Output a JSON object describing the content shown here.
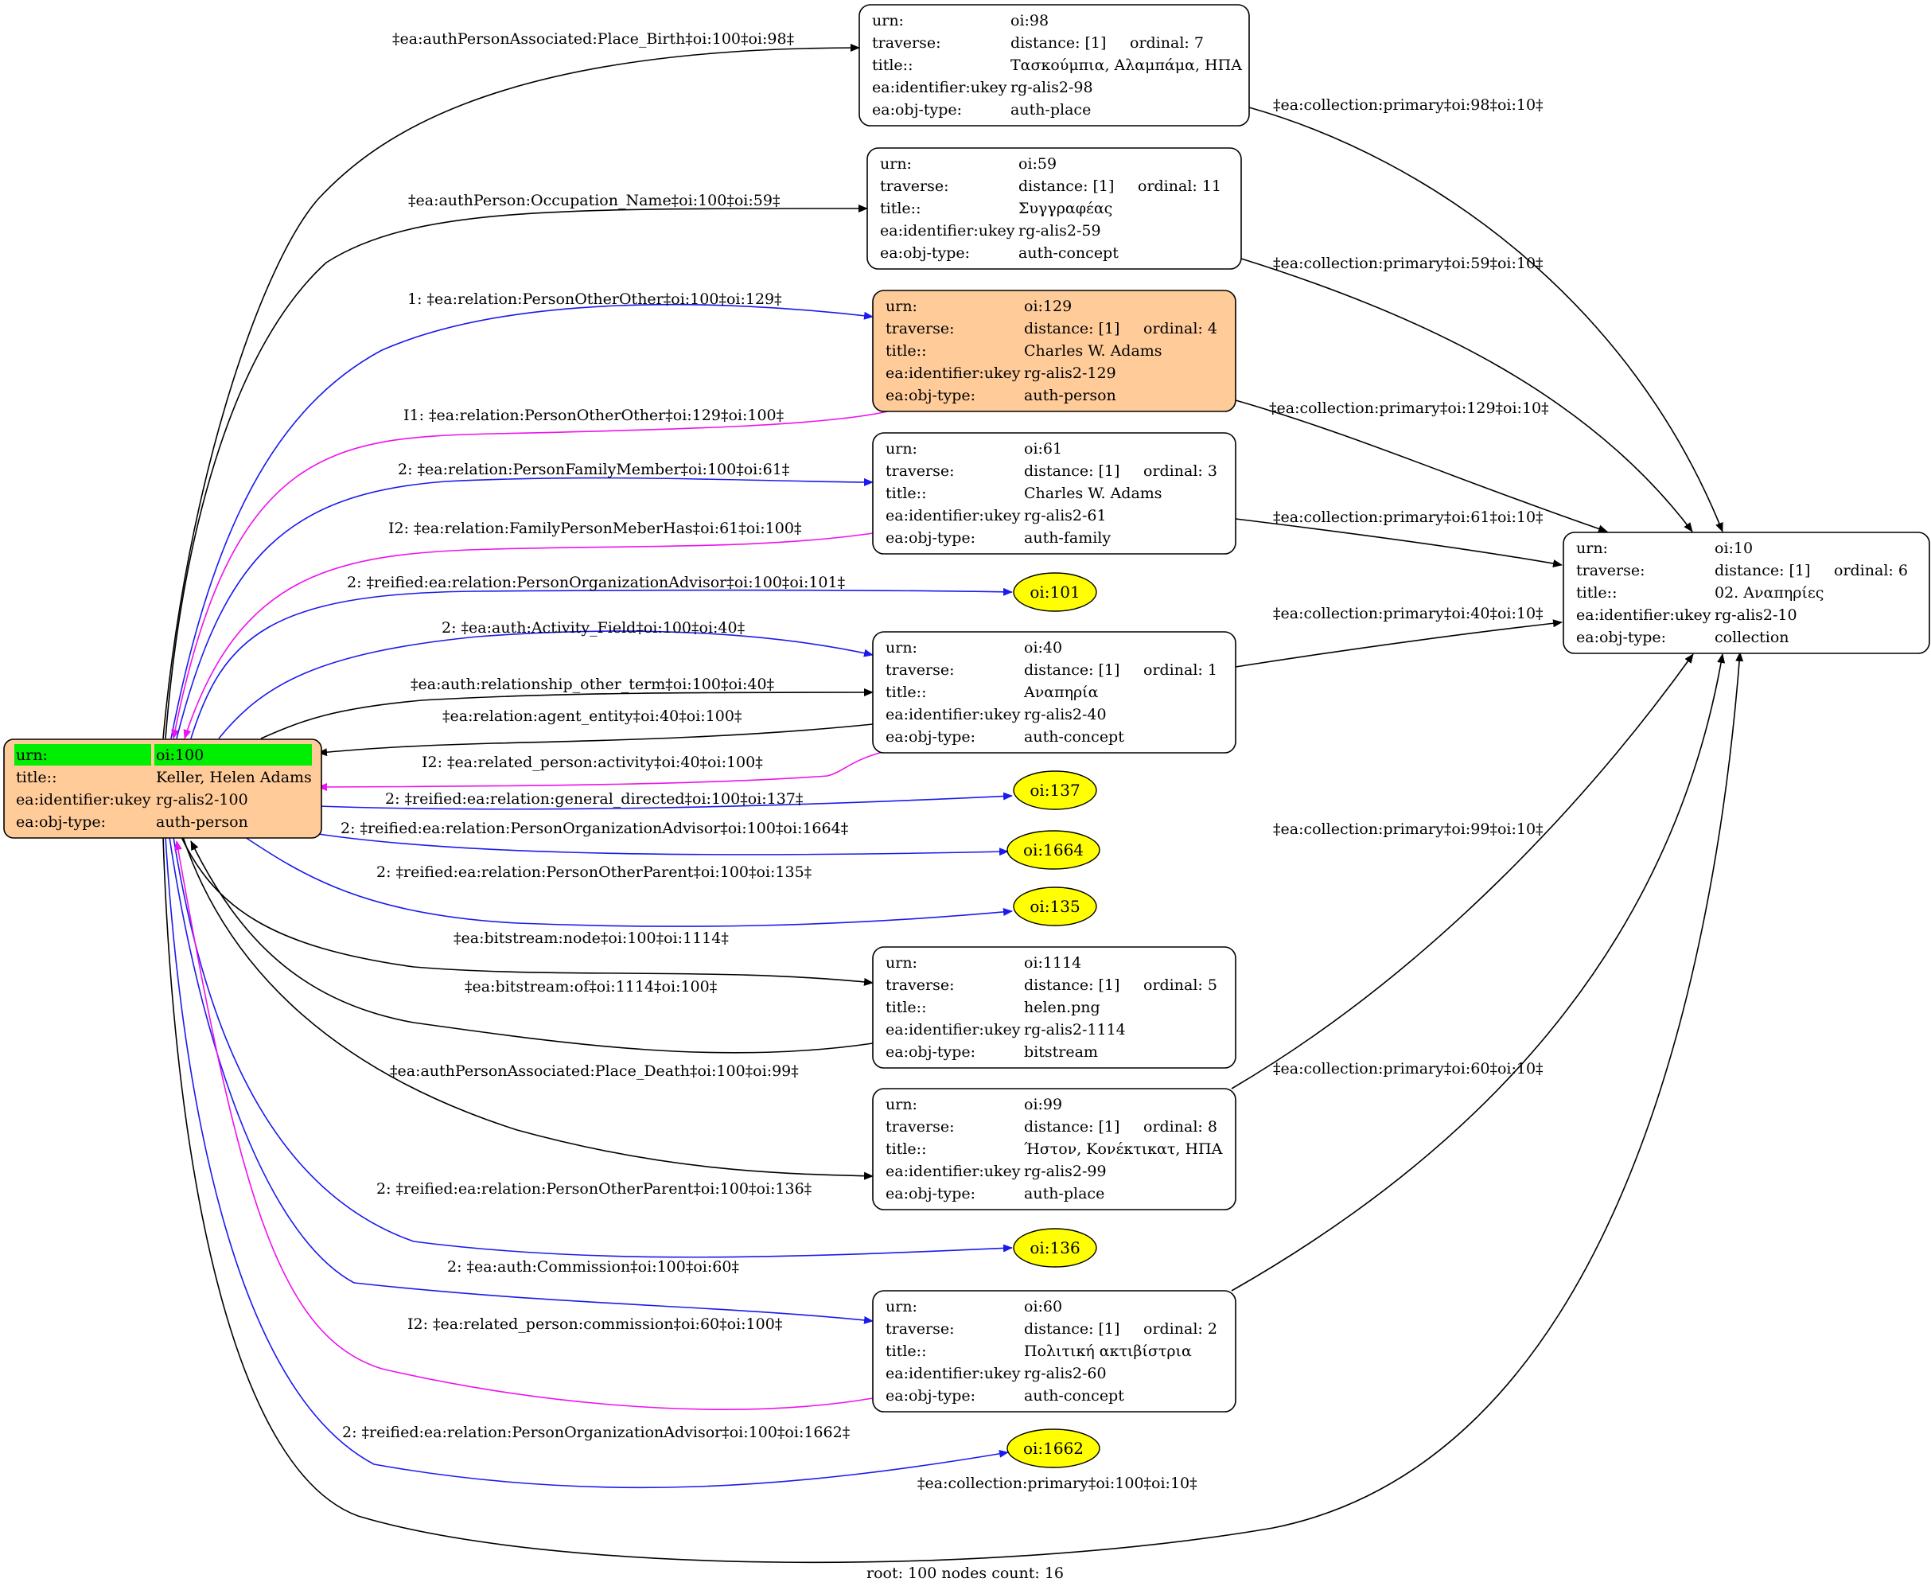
{
  "colors": {
    "black": "#000000",
    "blue": "#1a1aee",
    "magenta": "#ee12ee",
    "root_fill": "#ffcc99",
    "root_header": "#00ee00",
    "highlight_fill": "#ffcc99",
    "oval_fill": "#ffff00"
  },
  "root": {
    "id": "oi:100",
    "rows": [
      [
        "urn:",
        "oi:100"
      ],
      [
        "title::",
        "Keller, Helen Adams"
      ],
      [
        "ea:identifier:ukey",
        "rg-alis2-100"
      ],
      [
        "ea:obj-type:",
        "auth-person"
      ]
    ]
  },
  "nodes": [
    {
      "id": "oi:98",
      "fill": "#ffffff",
      "urn": "oi:98",
      "distance": "distance: [1]",
      "ordinal": "ordinal: 7",
      "title": "Τασκούμπια, Αλαμπάμα, ΗΠΑ",
      "ukey": "rg-alis2-98",
      "objtype": "auth-place"
    },
    {
      "id": "oi:59",
      "fill": "#ffffff",
      "urn": "oi:59",
      "distance": "distance: [1]",
      "ordinal": "ordinal: 11",
      "title": "Συγγραφέας",
      "ukey": "rg-alis2-59",
      "objtype": "auth-concept"
    },
    {
      "id": "oi:129",
      "fill": "#ffcc99",
      "urn": "oi:129",
      "distance": "distance: [1]",
      "ordinal": "ordinal: 4",
      "title": "Charles W. Adams",
      "ukey": "rg-alis2-129",
      "objtype": "auth-person"
    },
    {
      "id": "oi:61",
      "fill": "#ffffff",
      "urn": "oi:61",
      "distance": "distance: [1]",
      "ordinal": "ordinal: 3",
      "title": "Charles W. Adams",
      "ukey": "rg-alis2-61",
      "objtype": "auth-family"
    },
    {
      "id": "oi:40",
      "fill": "#ffffff",
      "urn": "oi:40",
      "distance": "distance: [1]",
      "ordinal": "ordinal: 1",
      "title": "Αναπηρία",
      "ukey": "rg-alis2-40",
      "objtype": "auth-concept"
    },
    {
      "id": "oi:1114",
      "fill": "#ffffff",
      "urn": "oi:1114",
      "distance": "distance: [1]",
      "ordinal": "ordinal: 5",
      "title": "helen.png",
      "ukey": "rg-alis2-1114",
      "objtype": "bitstream"
    },
    {
      "id": "oi:99",
      "fill": "#ffffff",
      "urn": "oi:99",
      "distance": "distance: [1]",
      "ordinal": "ordinal: 8",
      "title": "Ήστον, Κονέκτικατ, ΗΠΑ",
      "ukey": "rg-alis2-99",
      "objtype": "auth-place"
    },
    {
      "id": "oi:60",
      "fill": "#ffffff",
      "urn": "oi:60",
      "distance": "distance: [1]",
      "ordinal": "ordinal: 2",
      "title": "Πολιτική ακτιβίστρια",
      "ukey": "rg-alis2-60",
      "objtype": "auth-concept"
    },
    {
      "id": "oi:10",
      "fill": "#ffffff",
      "urn": "oi:10",
      "distance": "distance: [1]",
      "ordinal": "ordinal: 6",
      "title": "02. Αναπηρίες",
      "ukey": "rg-alis2-10",
      "objtype": "collection"
    }
  ],
  "row_labels": {
    "urn": "urn:",
    "traverse": "traverse:",
    "title": "title::",
    "ukey": "ea:identifier:ukey",
    "objtype": "ea:obj-type:"
  },
  "ovals": [
    "oi:101",
    "oi:137",
    "oi:1664",
    "oi:135",
    "oi:136",
    "oi:1662"
  ],
  "edges": [
    {
      "label": "‡ea:authPersonAssociated:Place_Birth‡oi:100‡oi:98‡",
      "color": "black"
    },
    {
      "label": "‡ea:authPerson:Occupation_Name‡oi:100‡oi:59‡",
      "color": "black"
    },
    {
      "label": "1: ‡ea:relation:PersonOtherOther‡oi:100‡oi:129‡",
      "color": "blue"
    },
    {
      "label": "I1: ‡ea:relation:PersonOtherOther‡oi:129‡oi:100‡",
      "color": "magenta"
    },
    {
      "label": "2: ‡ea:relation:PersonFamilyMember‡oi:100‡oi:61‡",
      "color": "blue"
    },
    {
      "label": "I2: ‡ea:relation:FamilyPersonMeberHas‡oi:61‡oi:100‡",
      "color": "magenta"
    },
    {
      "label": "2: ‡reified:ea:relation:PersonOrganizationAdvisor‡oi:100‡oi:101‡",
      "color": "blue"
    },
    {
      "label": "2: ‡ea:auth:Activity_Field‡oi:100‡oi:40‡",
      "color": "blue"
    },
    {
      "label": "‡ea:auth:relationship_other_term‡oi:100‡oi:40‡",
      "color": "black"
    },
    {
      "label": "‡ea:relation:agent_entity‡oi:40‡oi:100‡",
      "color": "black"
    },
    {
      "label": "I2: ‡ea:related_person:activity‡oi:40‡oi:100‡",
      "color": "magenta"
    },
    {
      "label": "2: ‡reified:ea:relation:general_directed‡oi:100‡oi:137‡",
      "color": "blue"
    },
    {
      "label": "2: ‡reified:ea:relation:PersonOrganizationAdvisor‡oi:100‡oi:1664‡",
      "color": "blue"
    },
    {
      "label": "2: ‡reified:ea:relation:PersonOtherParent‡oi:100‡oi:135‡",
      "color": "blue"
    },
    {
      "label": "‡ea:bitstream:node‡oi:100‡oi:1114‡",
      "color": "black"
    },
    {
      "label": "‡ea:bitstream:of‡oi:1114‡oi:100‡",
      "color": "black"
    },
    {
      "label": "‡ea:authPersonAssociated:Place_Death‡oi:100‡oi:99‡",
      "color": "black"
    },
    {
      "label": "2: ‡reified:ea:relation:PersonOtherParent‡oi:100‡oi:136‡",
      "color": "blue"
    },
    {
      "label": "2: ‡ea:auth:Commission‡oi:100‡oi:60‡",
      "color": "blue"
    },
    {
      "label": "I2: ‡ea:related_person:commission‡oi:60‡oi:100‡",
      "color": "magenta"
    },
    {
      "label": "2: ‡reified:ea:relation:PersonOrganizationAdvisor‡oi:100‡oi:1662‡",
      "color": "blue"
    },
    {
      "label": "‡ea:collection:primary‡oi:100‡oi:10‡",
      "color": "black"
    },
    {
      "label": "‡ea:collection:primary‡oi:98‡oi:10‡",
      "color": "black"
    },
    {
      "label": "‡ea:collection:primary‡oi:59‡oi:10‡",
      "color": "black"
    },
    {
      "label": "‡ea:collection:primary‡oi:129‡oi:10‡",
      "color": "black"
    },
    {
      "label": "‡ea:collection:primary‡oi:61‡oi:10‡",
      "color": "black"
    },
    {
      "label": "‡ea:collection:primary‡oi:40‡oi:10‡",
      "color": "black"
    },
    {
      "label": "‡ea:collection:primary‡oi:99‡oi:10‡",
      "color": "black"
    },
    {
      "label": "‡ea:collection:primary‡oi:60‡oi:10‡",
      "color": "black"
    }
  ],
  "footer": "root: 100 nodes count: 16"
}
